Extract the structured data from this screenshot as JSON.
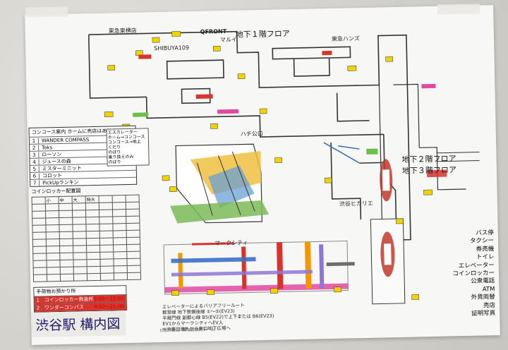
{
  "sheet": {
    "title": "渋谷駅 構内図",
    "floor_labels": {
      "b1": "地下１階フロア",
      "b2": "地下２階フロア",
      "b3": "地下３階フロア"
    },
    "top_labels": {
      "qfront": "QFRONT",
      "marui": "マルイ",
      "shibuya109": "SHIBUYA109",
      "tokyu_toyoko": "東急東横店",
      "tokyu_hands": "東急ハンズ",
      "hachiko": "ハチ公口",
      "shibuya_hikarie": "渋谷ヒカリエ",
      "mark_city": "マークシティ"
    },
    "concourse_legend": {
      "header": "コンコース案内  ホームに売店はありません",
      "items": [
        {
          "n": "1",
          "t": "WANDER COMPASS"
        },
        {
          "n": "2",
          "t": "Toks"
        },
        {
          "n": "3",
          "t": "ローソン"
        },
        {
          "n": "4",
          "t": "ジュースの森"
        },
        {
          "n": "5",
          "t": "ミスターミニット"
        },
        {
          "n": "6",
          "t": "コロット"
        },
        {
          "n": "7",
          "t": "PickUpランキン"
        }
      ],
      "symbols": [
        "エスカレーター",
        "ホーム→コンコース",
        "コンコース→地上",
        "くだり",
        "のぼり",
        "乗り換えのみ",
        "のぼり"
      ]
    },
    "locker": {
      "title": "コインロッカー配置図",
      "columns": [
        "",
        "小",
        "中",
        "大",
        "特大"
      ]
    },
    "asking": {
      "title": "手荷物お預かり所",
      "items": [
        {
          "n": "1",
          "t": "コインロッカー救急所",
          "h": "9:00〜22:00"
        },
        {
          "n": "2",
          "t": "ワンダーコンパス",
          "h": "9:00〜21:00"
        }
      ]
    },
    "services": [
      "バス停",
      "タクシー",
      "券売機",
      "トイレ",
      "エレベーター",
      "コインロッカー",
      "公衆電話",
      "ATM",
      "外貨両替",
      "売店",
      "証明写真"
    ],
    "elevator_note": [
      "エレベーターによるバリアフリールート",
      "都営線  地下鉄銀座線  ①〜⑤(EV23)",
      "半蔵門線 副都心線  B5(EV22)で上下または B6(EV23)",
      "EV1からマークシティへEV人",
      "※JR東口改札から東口地下広場へ"
    ],
    "footer": "(C) 渋谷区 構内図検討チーム"
  },
  "colors": {
    "ginza_line": "#f39700",
    "hanzomon_line": "#8f76d6",
    "fukutoshin_line": "#9c5e31",
    "jr_yamanote": "#80c241",
    "tag_yellow": "#f2d200",
    "tag_pink": "#e04aa0"
  }
}
